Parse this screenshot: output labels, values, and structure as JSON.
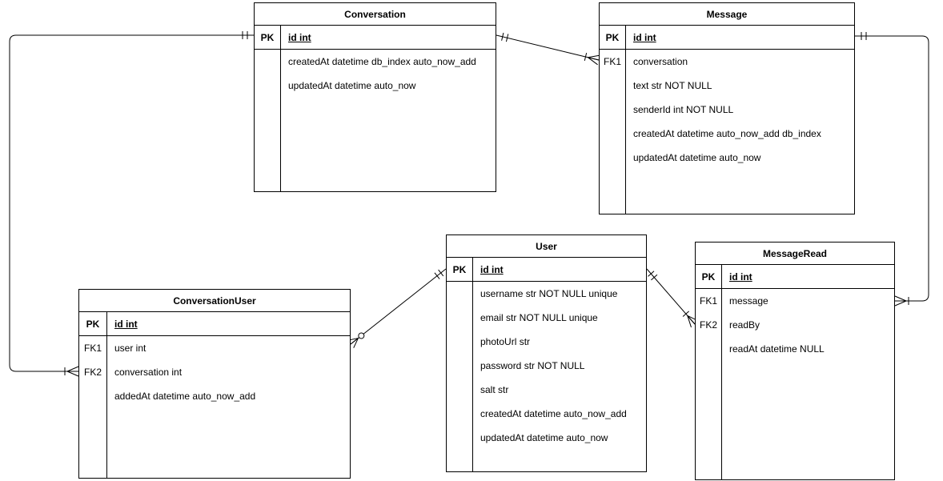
{
  "diagram": {
    "entities": {
      "conversation": {
        "title": "Conversation",
        "rows": [
          {
            "key": "PK",
            "field": "id int"
          },
          {
            "key": "",
            "field": "createdAt datetime db_index auto_now_add"
          },
          {
            "key": "",
            "field": "updatedAt datetime auto_now"
          }
        ]
      },
      "message": {
        "title": "Message",
        "rows": [
          {
            "key": "PK",
            "field": "id int"
          },
          {
            "key": "FK1",
            "field": "conversation"
          },
          {
            "key": "",
            "field": "text str NOT NULL"
          },
          {
            "key": "",
            "field": "senderId int NOT NULL"
          },
          {
            "key": "",
            "field": "createdAt datetime auto_now_add db_index"
          },
          {
            "key": "",
            "field": "updatedAt datetime auto_now"
          }
        ]
      },
      "user": {
        "title": "User",
        "rows": [
          {
            "key": "PK",
            "field": "id int"
          },
          {
            "key": "",
            "field": "username str NOT NULL unique"
          },
          {
            "key": "",
            "field": "email str NOT NULL unique"
          },
          {
            "key": "",
            "field": "photoUrl str"
          },
          {
            "key": "",
            "field": "password str NOT NULL"
          },
          {
            "key": "",
            "field": "salt str"
          },
          {
            "key": "",
            "field": "createdAt datetime auto_now_add"
          },
          {
            "key": "",
            "field": "updatedAt datetime auto_now"
          }
        ]
      },
      "conversationUser": {
        "title": "ConversationUser",
        "rows": [
          {
            "key": "PK",
            "field": "id int"
          },
          {
            "key": "FK1",
            "field": "user int"
          },
          {
            "key": "FK2",
            "field": "conversation int"
          },
          {
            "key": "",
            "field": "addedAt datetime auto_now_add"
          }
        ]
      },
      "messageRead": {
        "title": "MessageRead",
        "rows": [
          {
            "key": "PK",
            "field": "id int"
          },
          {
            "key": "FK1",
            "field": "message"
          },
          {
            "key": "FK2",
            "field": "readBy"
          },
          {
            "key": "",
            "field": "readAt datetime NULL"
          }
        ]
      }
    },
    "relationships": [
      {
        "from": "Conversation",
        "to": "ConversationUser",
        "from_field": "id",
        "to_field": "conversation",
        "from_cardinality": "one",
        "to_cardinality": "many"
      },
      {
        "from": "Conversation",
        "to": "Message",
        "from_field": "id",
        "to_field": "conversation",
        "from_cardinality": "one",
        "to_cardinality": "many"
      },
      {
        "from": "Message",
        "to": "MessageRead",
        "from_field": "id",
        "to_field": "message",
        "from_cardinality": "one",
        "to_cardinality": "many"
      },
      {
        "from": "User",
        "to": "ConversationUser",
        "from_field": "id",
        "to_field": "user",
        "from_cardinality": "one",
        "to_cardinality": "zero-or-many"
      },
      {
        "from": "User",
        "to": "MessageRead",
        "from_field": "id",
        "to_field": "readBy",
        "from_cardinality": "one",
        "to_cardinality": "many"
      }
    ],
    "colors": {
      "line": "#000000",
      "fill": "#ffffff",
      "text": "#000000"
    }
  }
}
